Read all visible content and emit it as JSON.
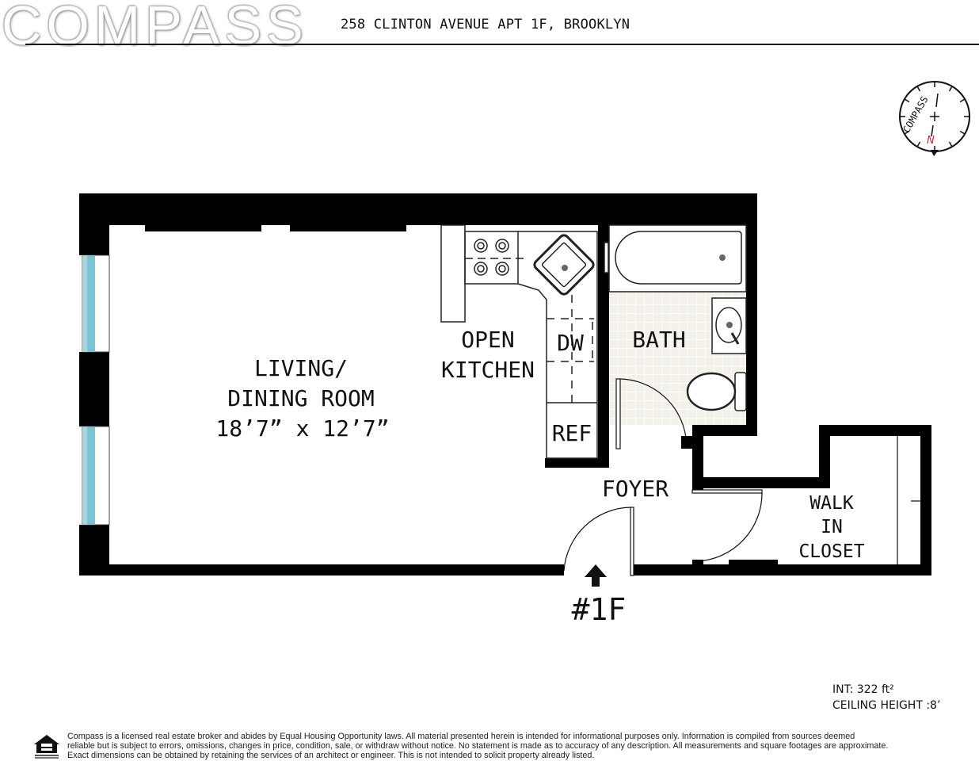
{
  "header": {
    "logo": "COMPASS",
    "address": "258 CLINTON AVENUE APT 1F, BROOKLYN"
  },
  "compass_rose": {
    "label": "COMPASS",
    "north_label": "N",
    "north_color": "#c8283c"
  },
  "rooms": {
    "living": {
      "line1": "LIVING/",
      "line2": "DINING ROOM",
      "dimensions": "18’7” x 12’7”"
    },
    "kitchen": {
      "line1": "OPEN",
      "line2": "KITCHEN"
    },
    "dishwasher": "DW",
    "refrigerator": "REF",
    "bath": "BATH",
    "foyer": "FOYER",
    "closet": {
      "line1": "WALK",
      "line2": "IN",
      "line3": "CLOSET"
    }
  },
  "entry": {
    "label": "#1F",
    "icon": "arrow-up-icon"
  },
  "colors": {
    "wall": "#000000",
    "window": "#7cc3d3",
    "bath_tile": "#f4f1ea"
  },
  "stats": {
    "interior": "INT: 322 ft²",
    "ceiling": "CEILING HEIGHT :8’"
  },
  "footer": {
    "icon": "equal-housing-opportunity-icon",
    "line1": "Compass is a licensed real estate broker and abides by Equal Housing Opportunity laws. All material presented herein is intended for informational purposes only. Information is compiled from sources deemed",
    "line2": "reliable but is subject to errors, omissions, changes in price, condition, sale, or withdraw without notice. No statement is made as to accuracy of any description. All measurements and square footages are approximate.",
    "line3": "Exact dimensions can be obtained by retaining the services of an architect or engineer. This is not intended to solicit property already listed."
  }
}
